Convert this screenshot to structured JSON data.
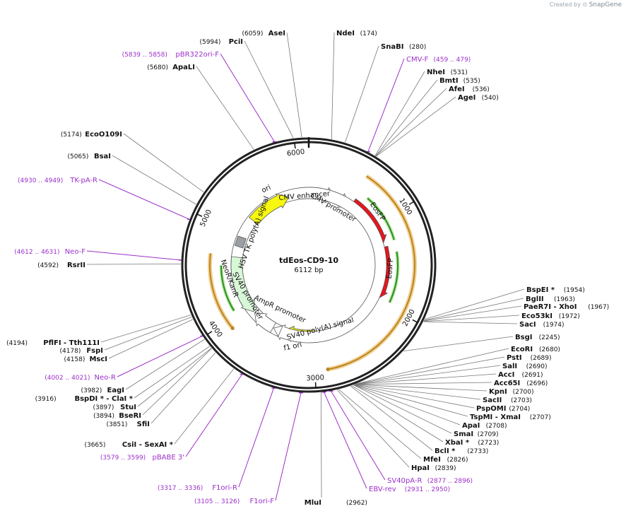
{
  "credit": {
    "prefix": "Created by",
    "brand": "SnapGene"
  },
  "plasmid": {
    "name": "tdEos-CD9-10",
    "length": 6112,
    "length_label": "6112 bp"
  },
  "ticks": [
    {
      "bp": 1000,
      "label": "1000"
    },
    {
      "bp": 2000,
      "label": "2000"
    },
    {
      "bp": 3000,
      "label": "3000"
    },
    {
      "bp": 4000,
      "label": "4000"
    },
    {
      "bp": 5000,
      "label": "5000"
    },
    {
      "bp": 6000,
      "label": "6000"
    }
  ],
  "features": [
    {
      "name": "CMV enhancer",
      "start": 1,
      "end": 380,
      "color": "#ffffff",
      "track": "inner",
      "dir": 1
    },
    {
      "name": "CMV promoter",
      "start": 381,
      "end": 584,
      "color": "#ffffff",
      "track": "inner",
      "dir": 1
    },
    {
      "name": "EosFP",
      "start": 600,
      "end": 1290,
      "color": "#e8151b",
      "track": "inner",
      "dir": 1
    },
    {
      "name": "EosFP",
      "start": 1300,
      "end": 1990,
      "color": "#e8151b",
      "track": "inner",
      "dir": 1
    },
    {
      "name": "f1 ori",
      "start": 2970,
      "end": 3420,
      "color": "#f7f710",
      "track": "inner",
      "dir": 1
    },
    {
      "name": "SV40 poly(A) signal",
      "start": 2880,
      "end": 3000,
      "color": "#9a9fa6",
      "track": "inner",
      "dir": 0
    },
    {
      "name": "AmpR promoter",
      "start": 3450,
      "end": 3550,
      "color": "#ffffff",
      "track": "inner",
      "dir": 1
    },
    {
      "name": "SV40 promoter",
      "start": 3560,
      "end": 3880,
      "color": "#ffffff",
      "track": "inner",
      "dir": 1
    },
    {
      "name": "NeoR/KanR",
      "start": 3900,
      "end": 4690,
      "color": "#d7f7d7",
      "track": "inner",
      "dir": -1
    },
    {
      "name": "HSV TK poly(A) signal",
      "start": 4880,
      "end": 4920,
      "color": "#9a9fa6",
      "track": "inner",
      "dir": 0
    },
    {
      "name": "ori",
      "start": 5240,
      "end": 5830,
      "color": "#f7f710",
      "track": "inner",
      "dir": 1
    }
  ],
  "orfs": [
    {
      "start": 560,
      "end": 2880,
      "dir": 1
    },
    {
      "start": 3910,
      "end": 4700,
      "dir": -1
    }
  ],
  "sites": [
    {
      "name": "AseI",
      "pos": "(6059)",
      "bp": 6059,
      "side": "L",
      "color": "black"
    },
    {
      "name": "PciI",
      "pos": "(5994)",
      "bp": 5994,
      "side": "L",
      "color": "black"
    },
    {
      "name": "pBR322ori-F",
      "pos": "(5839 .. 5858)",
      "bp": 5848,
      "side": "L",
      "color": "purple"
    },
    {
      "name": "ApaLI",
      "pos": "(5680)",
      "bp": 5680,
      "side": "L",
      "color": "black"
    },
    {
      "name": "EcoO109I",
      "pos": "(5174)",
      "bp": 5174,
      "side": "L",
      "color": "black"
    },
    {
      "name": "BsaI",
      "pos": "(5065)",
      "bp": 5065,
      "side": "L",
      "color": "black"
    },
    {
      "name": "TK-pA-R",
      "pos": "(4930 .. 4949)",
      "bp": 4940,
      "side": "L",
      "color": "purple"
    },
    {
      "name": "Neo-F",
      "pos": "(4612 .. 4631)",
      "bp": 4622,
      "side": "L",
      "color": "purple"
    },
    {
      "name": "RsrII",
      "pos": "(4592)",
      "bp": 4592,
      "side": "L",
      "color": "black"
    },
    {
      "name": "PflFI - Tth111I",
      "pos": "(4194)",
      "bp": 4194,
      "side": "L",
      "color": "black"
    },
    {
      "name": "FspI",
      "pos": "(4178)",
      "bp": 4178,
      "side": "L",
      "color": "black"
    },
    {
      "name": "MscI",
      "pos": "(4158)",
      "bp": 4158,
      "side": "L",
      "color": "black"
    },
    {
      "name": "Neo-R",
      "pos": "(4002 .. 4021)",
      "bp": 4012,
      "side": "L",
      "color": "purple"
    },
    {
      "name": "EagI",
      "pos": "(3982)",
      "bp": 3982,
      "side": "L",
      "color": "black"
    },
    {
      "name": "BspDI * - ClaI *",
      "pos": "(3916)",
      "bp": 3916,
      "side": "L",
      "color": "black"
    },
    {
      "name": "StuI",
      "pos": "(3897)",
      "bp": 3897,
      "side": "L",
      "color": "black"
    },
    {
      "name": "BseRI",
      "pos": "(3894)",
      "bp": 3894,
      "side": "L",
      "color": "black"
    },
    {
      "name": "SfiI",
      "pos": "(3851)",
      "bp": 3851,
      "side": "L",
      "color": "black"
    },
    {
      "name": "CsiI - SexAI *",
      "pos": "(3665)",
      "bp": 3665,
      "side": "L",
      "color": "black"
    },
    {
      "name": "pBABE 3'",
      "pos": "(3579 .. 3599)",
      "bp": 3589,
      "side": "L",
      "color": "purple"
    },
    {
      "name": "F1ori-R",
      "pos": "(3317 .. 3336)",
      "bp": 3326,
      "side": "L",
      "color": "purple"
    },
    {
      "name": "F1ori-F",
      "pos": "(3105 .. 3126)",
      "bp": 3115,
      "side": "L",
      "color": "purple"
    },
    {
      "name": "MluI",
      "pos": "(2962)",
      "bp": 2962,
      "side": "B",
      "color": "black"
    },
    {
      "name": "NdeI",
      "pos": "(174)",
      "bp": 174,
      "side": "R",
      "color": "black"
    },
    {
      "name": "SnaBI",
      "pos": "(280)",
      "bp": 280,
      "side": "R",
      "color": "black"
    },
    {
      "name": "CMV-F",
      "pos": "(459 .. 479)",
      "bp": 469,
      "side": "R",
      "color": "purple"
    },
    {
      "name": "NheI",
      "pos": "(531)",
      "bp": 531,
      "side": "R",
      "color": "black"
    },
    {
      "name": "BmtI",
      "pos": "(535)",
      "bp": 535,
      "side": "R",
      "color": "black"
    },
    {
      "name": "AfeI",
      "pos": "(536)",
      "bp": 536,
      "side": "R",
      "color": "black"
    },
    {
      "name": "AgeI",
      "pos": "(540)",
      "bp": 540,
      "side": "R",
      "color": "black"
    },
    {
      "name": "BspEI *",
      "pos": "(1954)",
      "bp": 1954,
      "side": "R",
      "color": "black"
    },
    {
      "name": "BglII",
      "pos": "(1963)",
      "bp": 1963,
      "side": "R",
      "color": "black"
    },
    {
      "name": "PaeR7I - XhoI",
      "pos": "(1967)",
      "bp": 1967,
      "side": "R",
      "color": "black"
    },
    {
      "name": "Eco53kI",
      "pos": "(1972)",
      "bp": 1972,
      "side": "R",
      "color": "black"
    },
    {
      "name": "SacI",
      "pos": "(1974)",
      "bp": 1974,
      "side": "R",
      "color": "black"
    },
    {
      "name": "BsgI",
      "pos": "(2245)",
      "bp": 2245,
      "side": "R",
      "color": "black"
    },
    {
      "name": "EcoRI",
      "pos": "(2680)",
      "bp": 2680,
      "side": "R",
      "color": "black"
    },
    {
      "name": "PstI",
      "pos": "(2689)",
      "bp": 2689,
      "side": "R",
      "color": "black"
    },
    {
      "name": "SalI",
      "pos": "(2690)",
      "bp": 2690,
      "side": "R",
      "color": "black"
    },
    {
      "name": "AccI",
      "pos": "(2691)",
      "bp": 2691,
      "side": "R",
      "color": "black"
    },
    {
      "name": "Acc65I",
      "pos": "(2696)",
      "bp": 2696,
      "side": "R",
      "color": "black"
    },
    {
      "name": "KpnI",
      "pos": "(2700)",
      "bp": 2700,
      "side": "R",
      "color": "black"
    },
    {
      "name": "SacII",
      "pos": "(2703)",
      "bp": 2703,
      "side": "R",
      "color": "black"
    },
    {
      "name": "PspOMI",
      "pos": "(2704)",
      "bp": 2704,
      "side": "R",
      "color": "black"
    },
    {
      "name": "TspMI - XmaI",
      "pos": "(2707)",
      "bp": 2707,
      "side": "R",
      "color": "black"
    },
    {
      "name": "ApaI",
      "pos": "(2708)",
      "bp": 2708,
      "side": "R",
      "color": "black"
    },
    {
      "name": "SmaI",
      "pos": "(2709)",
      "bp": 2709,
      "side": "R",
      "color": "black"
    },
    {
      "name": "XbaI *",
      "pos": "(2723)",
      "bp": 2723,
      "side": "R",
      "color": "black"
    },
    {
      "name": "BclI *",
      "pos": "(2733)",
      "bp": 2733,
      "side": "R",
      "color": "black"
    },
    {
      "name": "MfeI",
      "pos": "(2826)",
      "bp": 2826,
      "side": "R",
      "color": "black"
    },
    {
      "name": "HpaI",
      "pos": "(2839)",
      "bp": 2839,
      "side": "R",
      "color": "black"
    },
    {
      "name": "SV40pA-R",
      "pos": "(2877 .. 2896)",
      "bp": 2886,
      "side": "R",
      "color": "purple"
    },
    {
      "name": "EBV-rev",
      "pos": "(2931 .. 2950)",
      "bp": 2940,
      "side": "R",
      "color": "purple"
    }
  ]
}
